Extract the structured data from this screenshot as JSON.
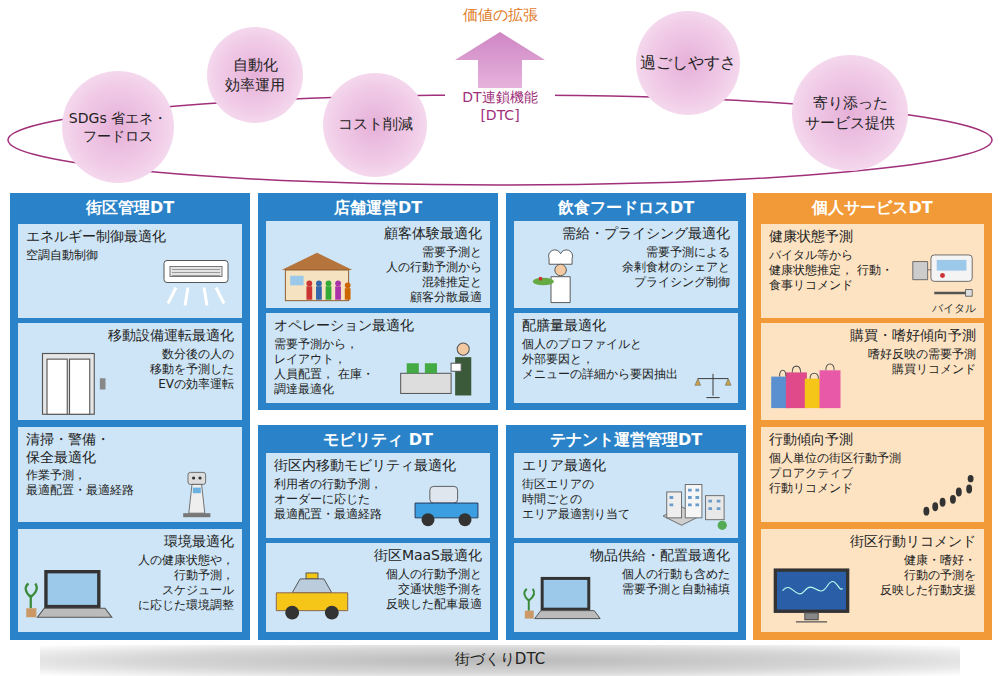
{
  "diagram": {
    "nodes": [
      {
        "text": [
          "DT連鎖機能 [DTC]"
        ]
      },
      {
        "text": [
          "SDGs 省エネ・フードロス"
        ]
      },
      {
        "text": [
          "自動化 効率運用"
        ]
      },
      {
        "text": [
          "コスト削減"
        ]
      },
      {
        "text": [
          "過ごしやすさ"
        ]
      },
      {
        "text": [
          "寄り添った サービス提供"
        ]
      },
      {
        "text": [
          "街区管理DT"
        ]
      },
      {
        "text": [
          "エネルギー制御最適化",
          "空調自動制御"
        ],
        "in": 6
      },
      {
        "text": [
          "移動設備運転最適化",
          "数分後の人の 移動を予測した EVの効率運転"
        ],
        "in": 6
      },
      {
        "text": [
          "清掃・警備・ 保全最適化",
          "作業予測， 最適配置・最適経路"
        ],
        "in": 6
      },
      {
        "text": [
          "環境最適化",
          "人の健康状態や， 行動予測， スケジュール に応じた環境調整"
        ],
        "in": 6
      },
      {
        "text": [
          "店舗運営DT"
        ]
      },
      {
        "text": [
          "顧客体験最適化",
          "需要予測と 人の行動予測から 混雑推定と 顧客分散最適"
        ],
        "in": 11
      },
      {
        "text": [
          "オペレーション最適化",
          "需要予測から， レイアウト， 人員配置， 在庫・調達最適化"
        ],
        "in": 11
      },
      {
        "text": [
          "飲食フードロスDT"
        ]
      },
      {
        "text": [
          "需給・プライシング最適化",
          "需要予測による 余剰食材のシェアと プライシング制御"
        ],
        "in": 14
      },
      {
        "text": [
          "配膳量最適化",
          "個人のプロファイルと 外部要因と， メニューの詳細から要因抽出"
        ],
        "in": 14
      },
      {
        "text": [
          "モビリティ DT"
        ]
      },
      {
        "text": [
          "街区内移動モビリティ最適化",
          "利用者の行動予測， オーダーに応じた 最適配置・最適経路"
        ],
        "in": 17
      },
      {
        "text": [
          "街区MaaS最適化",
          "個人の行動予測と 交通状態予測を 反映した配車最適"
        ],
        "in": 17
      },
      {
        "text": [
          "テナント運営管理DT"
        ]
      },
      {
        "text": [
          "エリア最適化",
          "街区エリアの 時間ごとの エリア最適割り当て"
        ],
        "in": 20
      },
      {
        "text": [
          "物品供給・配置最適化",
          "個人の行動も含めた 需要予測と自動補填"
        ],
        "in": 20
      },
      {
        "text": [
          "個人サービスDT"
        ]
      },
      {
        "text": [
          "健康状態予測",
          "バイタル等から 健康状態推定， 行動・食事リコメンド"
        ],
        "in": 23
      },
      {
        "text": [
          "購買・嗜好傾向予測",
          "嗜好反映の需要予測 購買リコメンド"
        ],
        "in": 23
      },
      {
        "text": [
          "行動傾向予測",
          "個人単位の街区行動予測 プロアクティブ 行動リコメンド"
        ],
        "in": 23
      },
      {
        "text": [
          "街区行動リコメンド",
          "健康・嗜好・ 行動の予測を 反映した行動支援"
        ],
        "in": 23
      },
      {
        "text": [
          "街づくりDTC"
        ]
      }
    ],
    "labels": [
      "価値の拡張",
      "バイタル"
    ]
  }
}
